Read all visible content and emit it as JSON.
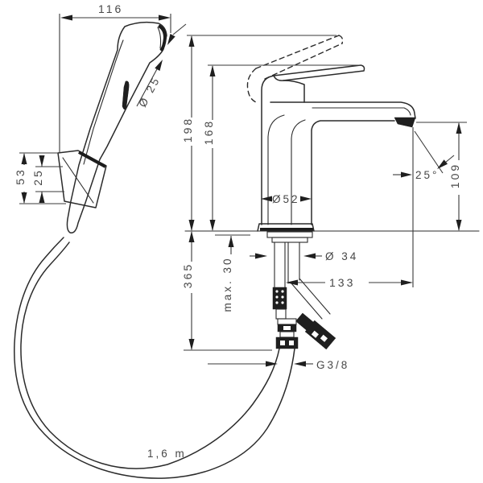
{
  "drawing": {
    "type": "technical-dimension-drawing",
    "subject": "basin mixer with hand sprayer, wall holder and hose",
    "line_color": "#2b2b2b",
    "text_color": "#474747",
    "background_color": "#ffffff"
  },
  "dimensions": {
    "sprayer_reach": "116",
    "sprayer_diameter": "Ø 25",
    "holder_height": "53",
    "holder_spacing": "25",
    "handle_raised_height": "198",
    "handle_closed_height": "168",
    "spout_height": "109",
    "spray_angle": "25°",
    "base_diameter": "Ø52",
    "shank_diameter": "Ø 34",
    "max_mounting_depth": "max. 30",
    "spout_reach": "133",
    "connection_depth": "365",
    "thread_size": "G3/8",
    "hose_length": "1,6 m"
  }
}
